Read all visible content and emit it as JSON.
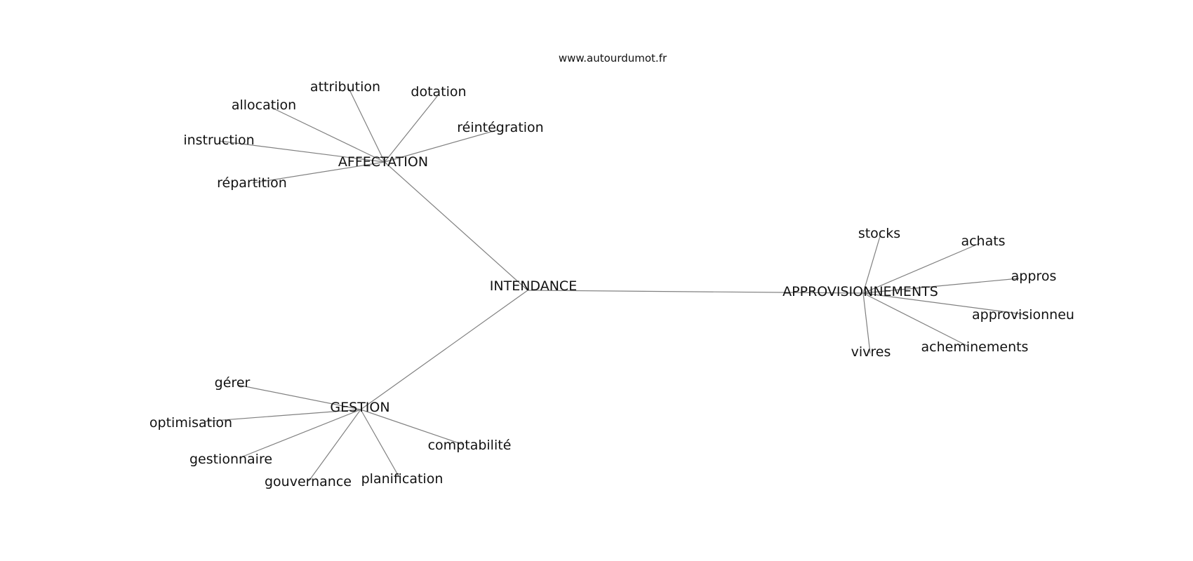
{
  "source": "www.autourdumot.fr",
  "center": {
    "id": "intendance",
    "label": "INTENDANCE"
  },
  "groups": [
    {
      "id": "affectation",
      "label": "AFFECTATION",
      "words": [
        {
          "id": "attribution",
          "label": "attribution"
        },
        {
          "id": "dotation",
          "label": "dotation"
        },
        {
          "id": "allocation",
          "label": "allocation"
        },
        {
          "id": "reintegration",
          "label": "réintégration"
        },
        {
          "id": "instruction",
          "label": "instruction"
        },
        {
          "id": "repartition",
          "label": "répartition"
        }
      ]
    },
    {
      "id": "approvisionnements",
      "label": "APPROVISIONNEMENTS",
      "words": [
        {
          "id": "stocks",
          "label": "stocks"
        },
        {
          "id": "achats",
          "label": "achats"
        },
        {
          "id": "appros",
          "label": "appros"
        },
        {
          "id": "approvisionneu",
          "label": "approvisionneu"
        },
        {
          "id": "acheminements",
          "label": "acheminements"
        },
        {
          "id": "vivres",
          "label": "vivres"
        }
      ]
    },
    {
      "id": "gestion",
      "label": "GESTION",
      "words": [
        {
          "id": "gerer",
          "label": "gérer"
        },
        {
          "id": "optimisation",
          "label": "optimisation"
        },
        {
          "id": "gestionnaire",
          "label": "gestionnaire"
        },
        {
          "id": "gouvernance",
          "label": "gouvernance"
        },
        {
          "id": "planification",
          "label": "planification"
        },
        {
          "id": "comptabilite",
          "label": "comptabilité"
        }
      ]
    }
  ]
}
